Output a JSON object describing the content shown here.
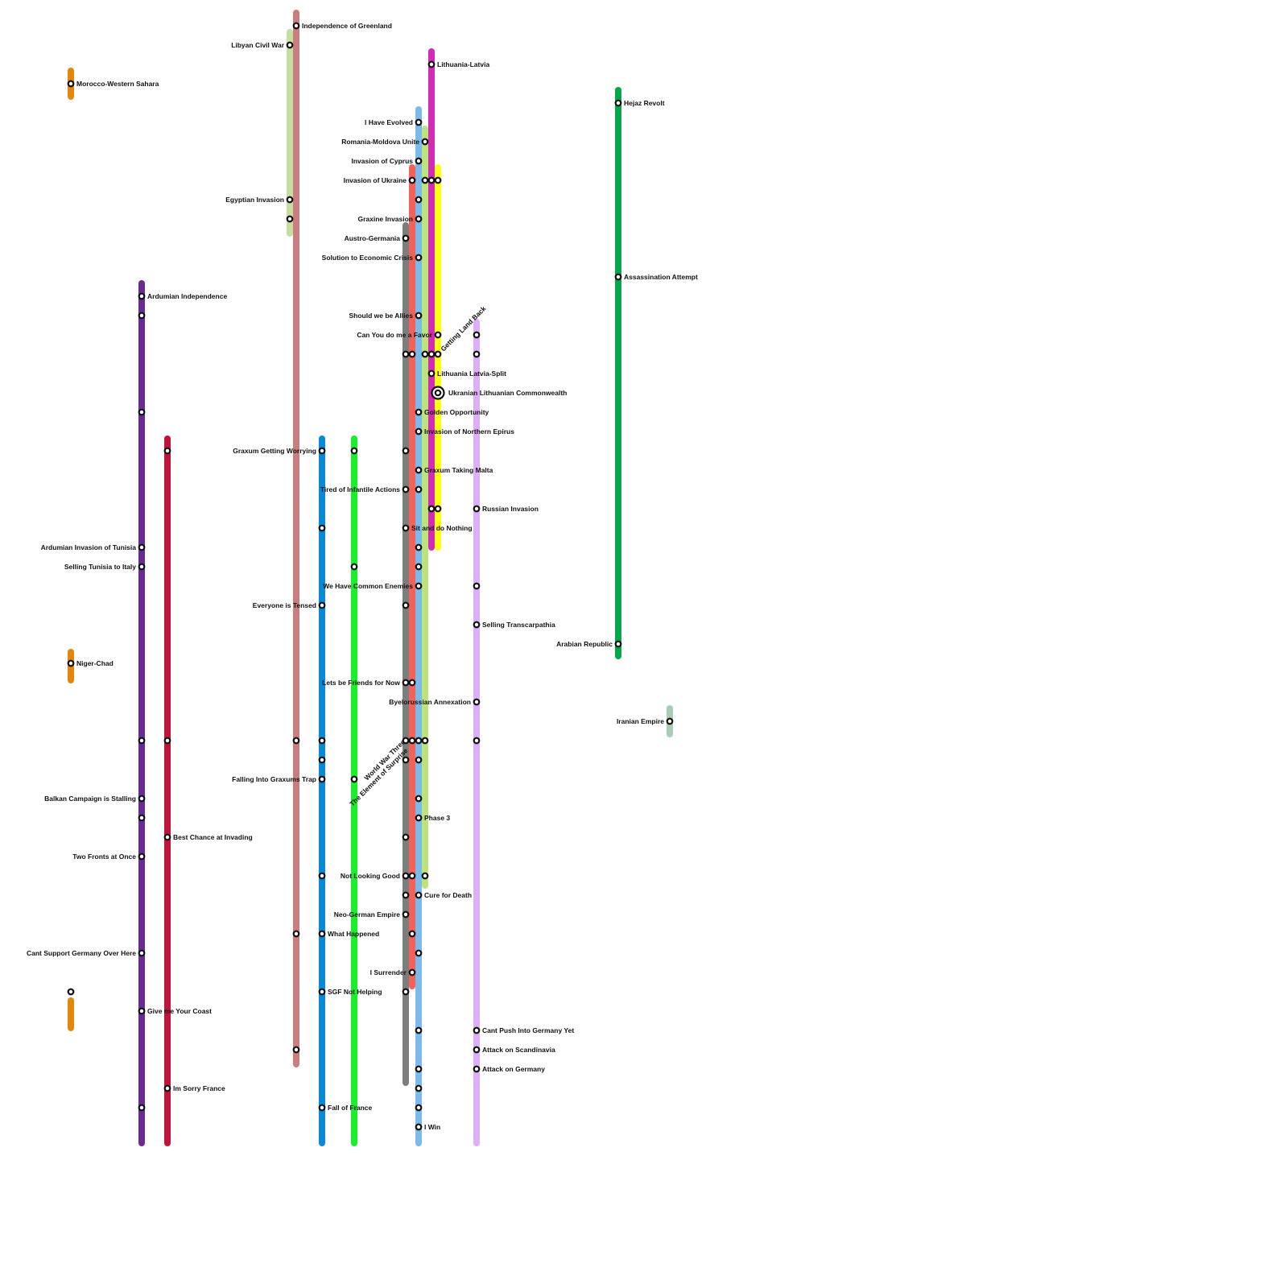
{
  "routes": [
    {
      "id": "morocco",
      "color": "#e2870c"
    },
    {
      "id": "niger",
      "color": "#e2870c"
    },
    {
      "id": "orange3",
      "color": "#e2870c"
    },
    {
      "id": "purple",
      "color": "#6b2c91"
    },
    {
      "id": "crimson",
      "color": "#c0143c"
    },
    {
      "id": "libya",
      "color": "#c8dea0"
    },
    {
      "id": "rose",
      "color": "#c97d7d"
    },
    {
      "id": "blue",
      "color": "#0a8ad6"
    },
    {
      "id": "green",
      "color": "#19f02b"
    },
    {
      "id": "gray",
      "color": "#7d7d7d"
    },
    {
      "id": "salmon",
      "color": "#f0625a"
    },
    {
      "id": "skyblue",
      "color": "#7cbae9"
    },
    {
      "id": "lime",
      "color": "#bde37c"
    },
    {
      "id": "magenta",
      "color": "#d22bb4"
    },
    {
      "id": "yellow",
      "color": "#ffff14"
    },
    {
      "id": "lavender",
      "color": "#ddb0f5"
    },
    {
      "id": "arabia",
      "color": "#08a64c"
    },
    {
      "id": "iran",
      "color": "#a8ccb4"
    }
  ],
  "stations": [
    {
      "id": "morocco-western-sahara",
      "label": "Morocco-Western Sahara"
    },
    {
      "id": "niger-chad",
      "label": "Niger-Chad"
    },
    {
      "id": "orange-unnamed",
      "label": ""
    },
    {
      "id": "ardumian-independence",
      "label": "Ardumian Independence"
    },
    {
      "id": "ardumian-invasion-of-tunisia",
      "label": "Ardumian Invasion of Tunisia"
    },
    {
      "id": "selling-tunisia-to-italy",
      "label": "Selling Tunisia to Italy"
    },
    {
      "id": "balkan-campaign-is-stalling",
      "label": "Balkan Campaign is Stalling"
    },
    {
      "id": "two-fronts-at-once",
      "label": "Two Fronts at Once"
    },
    {
      "id": "cant-support-germany-over-here",
      "label": "Cant Support Germany Over Here"
    },
    {
      "id": "give-me-your-coast",
      "label": "Give me Your Coast"
    },
    {
      "id": "best-chance-at-invading",
      "label": "Best Chance at Invading"
    },
    {
      "id": "im-sorry-france",
      "label": "Im Sorry France"
    },
    {
      "id": "libyan-civil-war",
      "label": "Libyan Civil War"
    },
    {
      "id": "egyptian-invasion",
      "label": "Egyptian Invasion"
    },
    {
      "id": "independence-of-greenland",
      "label": "Independence of Greenland"
    },
    {
      "id": "graxum-getting-worrying",
      "label": "Graxum Getting Worrying"
    },
    {
      "id": "everyone-is-tensed",
      "label": "Everyone is Tensed"
    },
    {
      "id": "falling-into-graxums-trap",
      "label": "Falling Into Graxums Trap"
    },
    {
      "id": "what-happened",
      "label": "What Happened"
    },
    {
      "id": "sgf-not-helping",
      "label": "SGF Not Helping"
    },
    {
      "id": "fall-of-france",
      "label": "Fall of France"
    },
    {
      "id": "world-war-three",
      "label": "World War Three"
    },
    {
      "id": "the-element-of-surprise",
      "label": "The Element of Surprise"
    },
    {
      "id": "austro-germania",
      "label": "Austro-Germania"
    },
    {
      "id": "tired-of-infantile-actions",
      "label": "Tired of Infantile Actions"
    },
    {
      "id": "sit-and-do-nothing",
      "label": "Sit and do Nothing"
    },
    {
      "id": "lets-be-friends-for-now",
      "label": "Lets be Friends for Now"
    },
    {
      "id": "not-looking-good",
      "label": "Not Looking Good"
    },
    {
      "id": "neo-german-empire",
      "label": "Neo-German Empire"
    },
    {
      "id": "invasion-of-ukraine",
      "label": "Invasion of Ukraine"
    },
    {
      "id": "i-surrender",
      "label": "I Surrender"
    },
    {
      "id": "i-have-evolved",
      "label": "I Have Evolved"
    },
    {
      "id": "invasion-of-cyprus",
      "label": "Invasion of Cyprus"
    },
    {
      "id": "graxine-invasion",
      "label": "Graxine Invasion"
    },
    {
      "id": "solution-to-economic-crisis",
      "label": "Solution to Economic Crisis"
    },
    {
      "id": "should-we-be-allies",
      "label": "Should we be Allies"
    },
    {
      "id": "golden-opportunity",
      "label": "Golden Opportunity"
    },
    {
      "id": "invasion-of-northern-epirus",
      "label": "Invasion of Northern Epirus"
    },
    {
      "id": "graxum-taking-malta",
      "label": "Graxum Taking Malta"
    },
    {
      "id": "we-have-common-enemies",
      "label": "We Have Common Enemies"
    },
    {
      "id": "phase-3",
      "label": "Phase 3"
    },
    {
      "id": "cure-for-death",
      "label": "Cure for Death"
    },
    {
      "id": "i-win",
      "label": "I Win"
    },
    {
      "id": "romania-moldova-unite",
      "label": "Romania-Moldova Unite"
    },
    {
      "id": "lithuania-latvia",
      "label": "Lithuania-Latvia"
    },
    {
      "id": "lithuania-latvia-split",
      "label": "Lithuania Latvia-Split"
    },
    {
      "id": "can-you-do-me-a-favor",
      "label": "Can You do me a Favor"
    },
    {
      "id": "getting-land-back",
      "label": "Getting Land Back"
    },
    {
      "id": "ukranian-lithuanian-commonwealth",
      "label": "Ukranian Lithuanian Commonwealth"
    },
    {
      "id": "russian-invasion",
      "label": "Russian Invasion"
    },
    {
      "id": "selling-transcarpathia",
      "label": "Selling Transcarpathia"
    },
    {
      "id": "byelorussian-annexation",
      "label": "Byelorussian Annexation"
    },
    {
      "id": "cant-push-into-germany-yet",
      "label": "Cant Push Into Germany Yet"
    },
    {
      "id": "attack-on-scandinavia",
      "label": "Attack on Scandinavia"
    },
    {
      "id": "attack-on-germany",
      "label": "Attack on Germany"
    },
    {
      "id": "hejaz-revolt",
      "label": "Hejaz Revolt"
    },
    {
      "id": "assassination-attempt",
      "label": "Assassination Attempt"
    },
    {
      "id": "arabian-republic",
      "label": "Arabian Republic"
    },
    {
      "id": "iranian-empire",
      "label": "Iranian Empire"
    }
  ]
}
